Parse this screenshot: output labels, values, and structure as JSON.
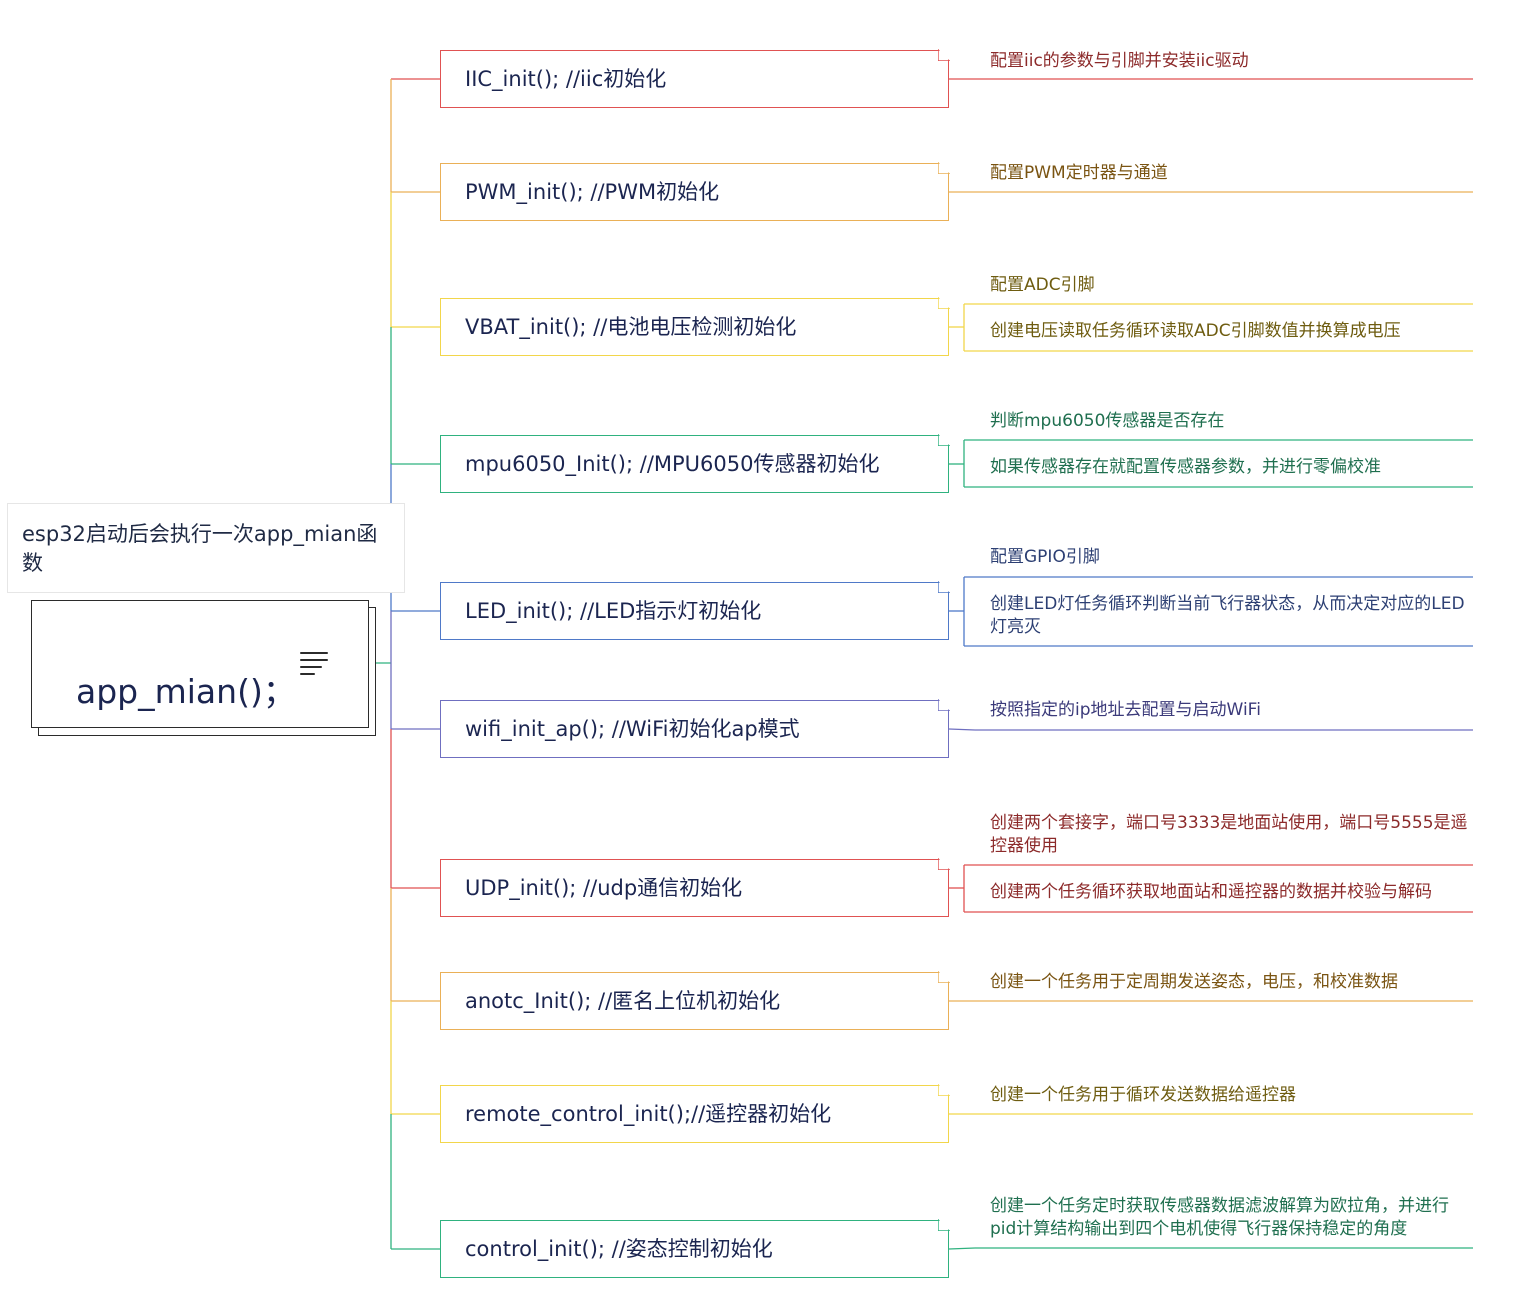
{
  "note": "esp32启动后会执行一次app_mian函数",
  "root": {
    "label": "app_mian()；",
    "icon": "notes-lines-icon"
  },
  "colors": {
    "red": "#e05252",
    "orange": "#eab057",
    "yellow": "#f2d64b",
    "green": "#2fb27f",
    "blue": "#4f79c8",
    "indigo": "#6f6fc0",
    "text_red": "#8c2a2a",
    "text_orange": "#7a5412",
    "text_yellow": "#6e5c10",
    "text_green": "#1f6f4f",
    "text_blue": "#2c3f73",
    "text_indigo": "#3b3a7a"
  },
  "branches": [
    {
      "label": "IIC_init(); //iic初始化",
      "color": "red",
      "details": [
        "配置iic的参数与引脚并安装iic驱动"
      ]
    },
    {
      "label": "PWM_init(); //PWM初始化",
      "color": "orange",
      "details": [
        "配置PWM定时器与通道"
      ]
    },
    {
      "label": "VBAT_init(); //电池电压检测初始化",
      "color": "yellow",
      "details": [
        "配置ADC引脚",
        "创建电压读取任务循环读取ADC引脚数值并换算成电压"
      ]
    },
    {
      "label": "mpu6050_Init(); //MPU6050传感器初始化",
      "color": "green",
      "details": [
        "判断mpu6050传感器是否存在",
        "如果传感器存在就配置传感器参数，并进行零偏校准"
      ]
    },
    {
      "label": "LED_init(); //LED指示灯初始化",
      "color": "blue",
      "details": [
        "配置GPIO引脚",
        "创建LED灯任务循环判断当前飞行器状态，从而决定对应的LED灯亮灭"
      ]
    },
    {
      "label": "wifi_init_ap(); //WiFi初始化ap模式",
      "color": "indigo",
      "details": [
        "按照指定的ip地址去配置与启动WiFi"
      ]
    },
    {
      "label": "UDP_init(); //udp通信初始化",
      "color": "red",
      "details": [
        "创建两个套接字，端口号3333是地面站使用，端口号5555是遥控器使用",
        "创建两个任务循环获取地面站和遥控器的数据并校验与解码"
      ]
    },
    {
      "label": "anotc_Init(); //匿名上位机初始化",
      "color": "orange",
      "details": [
        "创建一个任务用于定周期发送姿态，电压，和校准数据"
      ]
    },
    {
      "label": "remote_control_init();//遥控器初始化",
      "color": "yellow",
      "details": [
        "创建一个任务用于循环发送数据给遥控器"
      ]
    },
    {
      "label": "control_init(); //姿态控制初始化",
      "color": "green",
      "details": [
        "创建一个任务定时获取传感器数据滤波解算为欧拉角，并进行pid计算结构输出到四个电机使得飞行器保持稳定的角度"
      ]
    }
  ]
}
